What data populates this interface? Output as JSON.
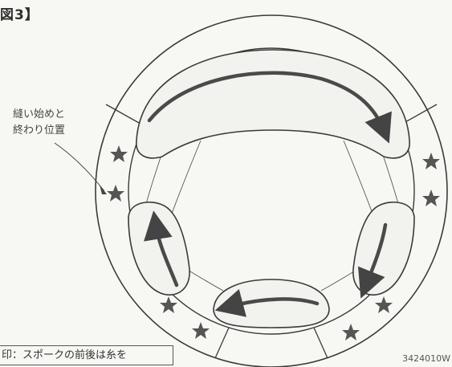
{
  "figure": {
    "label": "図3】",
    "callout": {
      "line1": "縫い始めと",
      "line2": "終わり位置"
    },
    "caption": "印：スポークの前後は糸を",
    "code": "3424010W"
  },
  "colors": {
    "line": "#3a3a3a",
    "arrow": "#4a4a4a",
    "star": "#555555",
    "paper": "#f7f7f3"
  },
  "icons": [
    "star-icon",
    "arrow-icon"
  ]
}
